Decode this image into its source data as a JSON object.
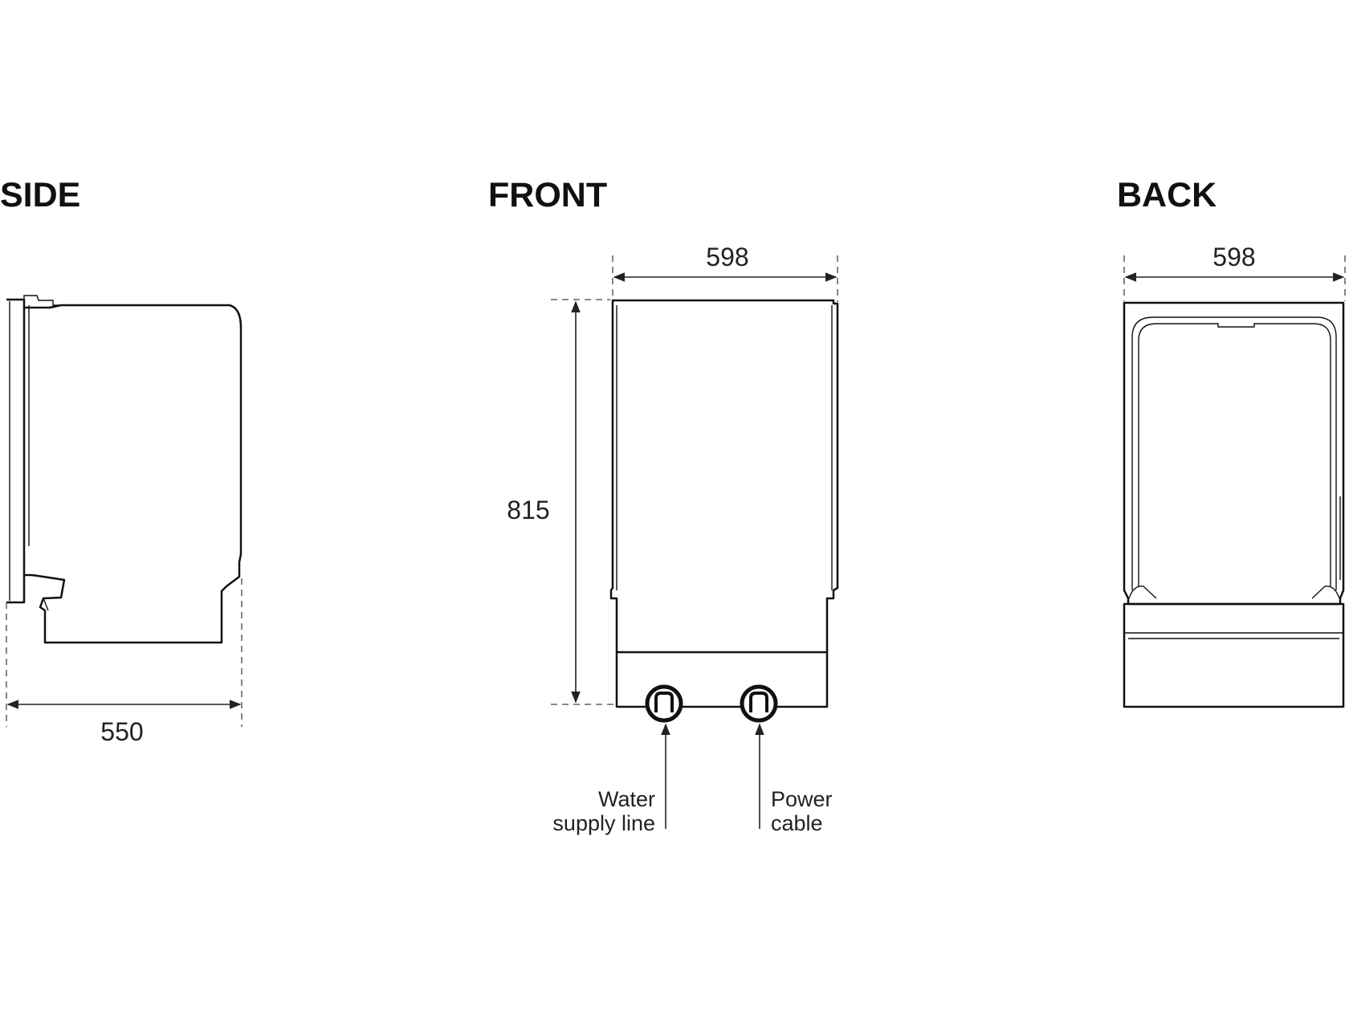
{
  "views": {
    "side": {
      "title": "SIDE",
      "depth": "550"
    },
    "front": {
      "title": "FRONT",
      "width": "598",
      "height": "815",
      "connections": [
        {
          "name": "water-supply-line",
          "line1": "Water",
          "line2": "supply line"
        },
        {
          "name": "power-cable",
          "line1": "Power",
          "line2": "cable"
        }
      ]
    },
    "back": {
      "title": "BACK",
      "width": "598"
    }
  }
}
